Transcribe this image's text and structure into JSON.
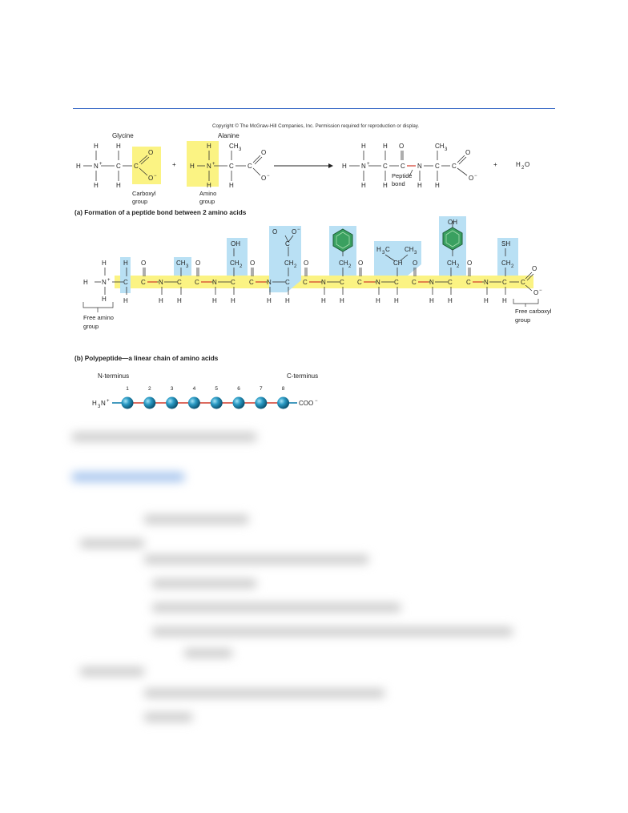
{
  "copyright": "Copyright © The McGraw-Hill Companies, Inc. Permission required for reproduction or display.",
  "reaction": {
    "glycine": "Glycine",
    "alanine": "Alanine",
    "carboxyl_group": [
      "Carboxyl",
      "group"
    ],
    "amino_group": [
      "Amino",
      "group"
    ],
    "peptide_bond": [
      "Peptide",
      "bond"
    ],
    "plus": "+",
    "water": "H2O"
  },
  "caption_a": "(a) Formation of a peptide bond between 2 amino acids",
  "polypeptide": {
    "free_amino": [
      "Free amino",
      "group"
    ],
    "free_carboxyl": [
      "Free carboxyl",
      "group"
    ]
  },
  "caption_b": "(b) Polypeptide—a linear chain of amino acids",
  "chain": {
    "n_terminus": "N-terminus",
    "c_terminus": "C-terminus",
    "left_label": "H3N+",
    "right_label": "COO−",
    "residues": [
      "1",
      "2",
      "3",
      "4",
      "5",
      "6",
      "7",
      "8"
    ]
  },
  "colors": {
    "highlight_yellow": "#fbf383",
    "highlight_blue": "#b9e0f4",
    "bond_red": "#d03a2a",
    "bead_teal": "#2a8cb4",
    "ring_green": "#3aa060"
  }
}
